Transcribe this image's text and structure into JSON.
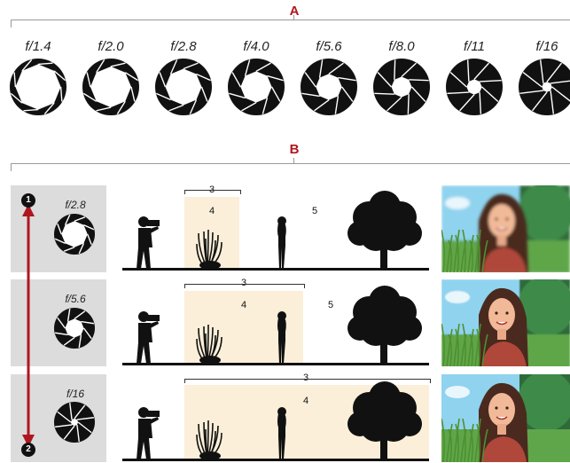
{
  "section_a": {
    "label": "A",
    "fstops": [
      "f/1.4",
      "f/2.0",
      "f/2.8",
      "f/4.0",
      "f/5.6",
      "f/8.0",
      "f/11",
      "f/16"
    ]
  },
  "section_b": {
    "label": "B",
    "rows": [
      {
        "fstop": "f/2.8",
        "bracket_label": "3",
        "zone_label": "4",
        "outside_label": "5"
      },
      {
        "fstop": "f/5.6",
        "bracket_label": "3",
        "zone_label": "4",
        "outside_label": "5"
      },
      {
        "fstop": "f/16",
        "bracket_label": "3",
        "zone_label": "4"
      }
    ],
    "arrow_start_badge": "1",
    "arrow_end_badge": "2"
  },
  "colors": {
    "accent": "#b0161f",
    "focus_zone": "#fbefd9",
    "panel": "#dcdcdc",
    "silhouette": "#111111",
    "sky": "#8fd3ef"
  }
}
